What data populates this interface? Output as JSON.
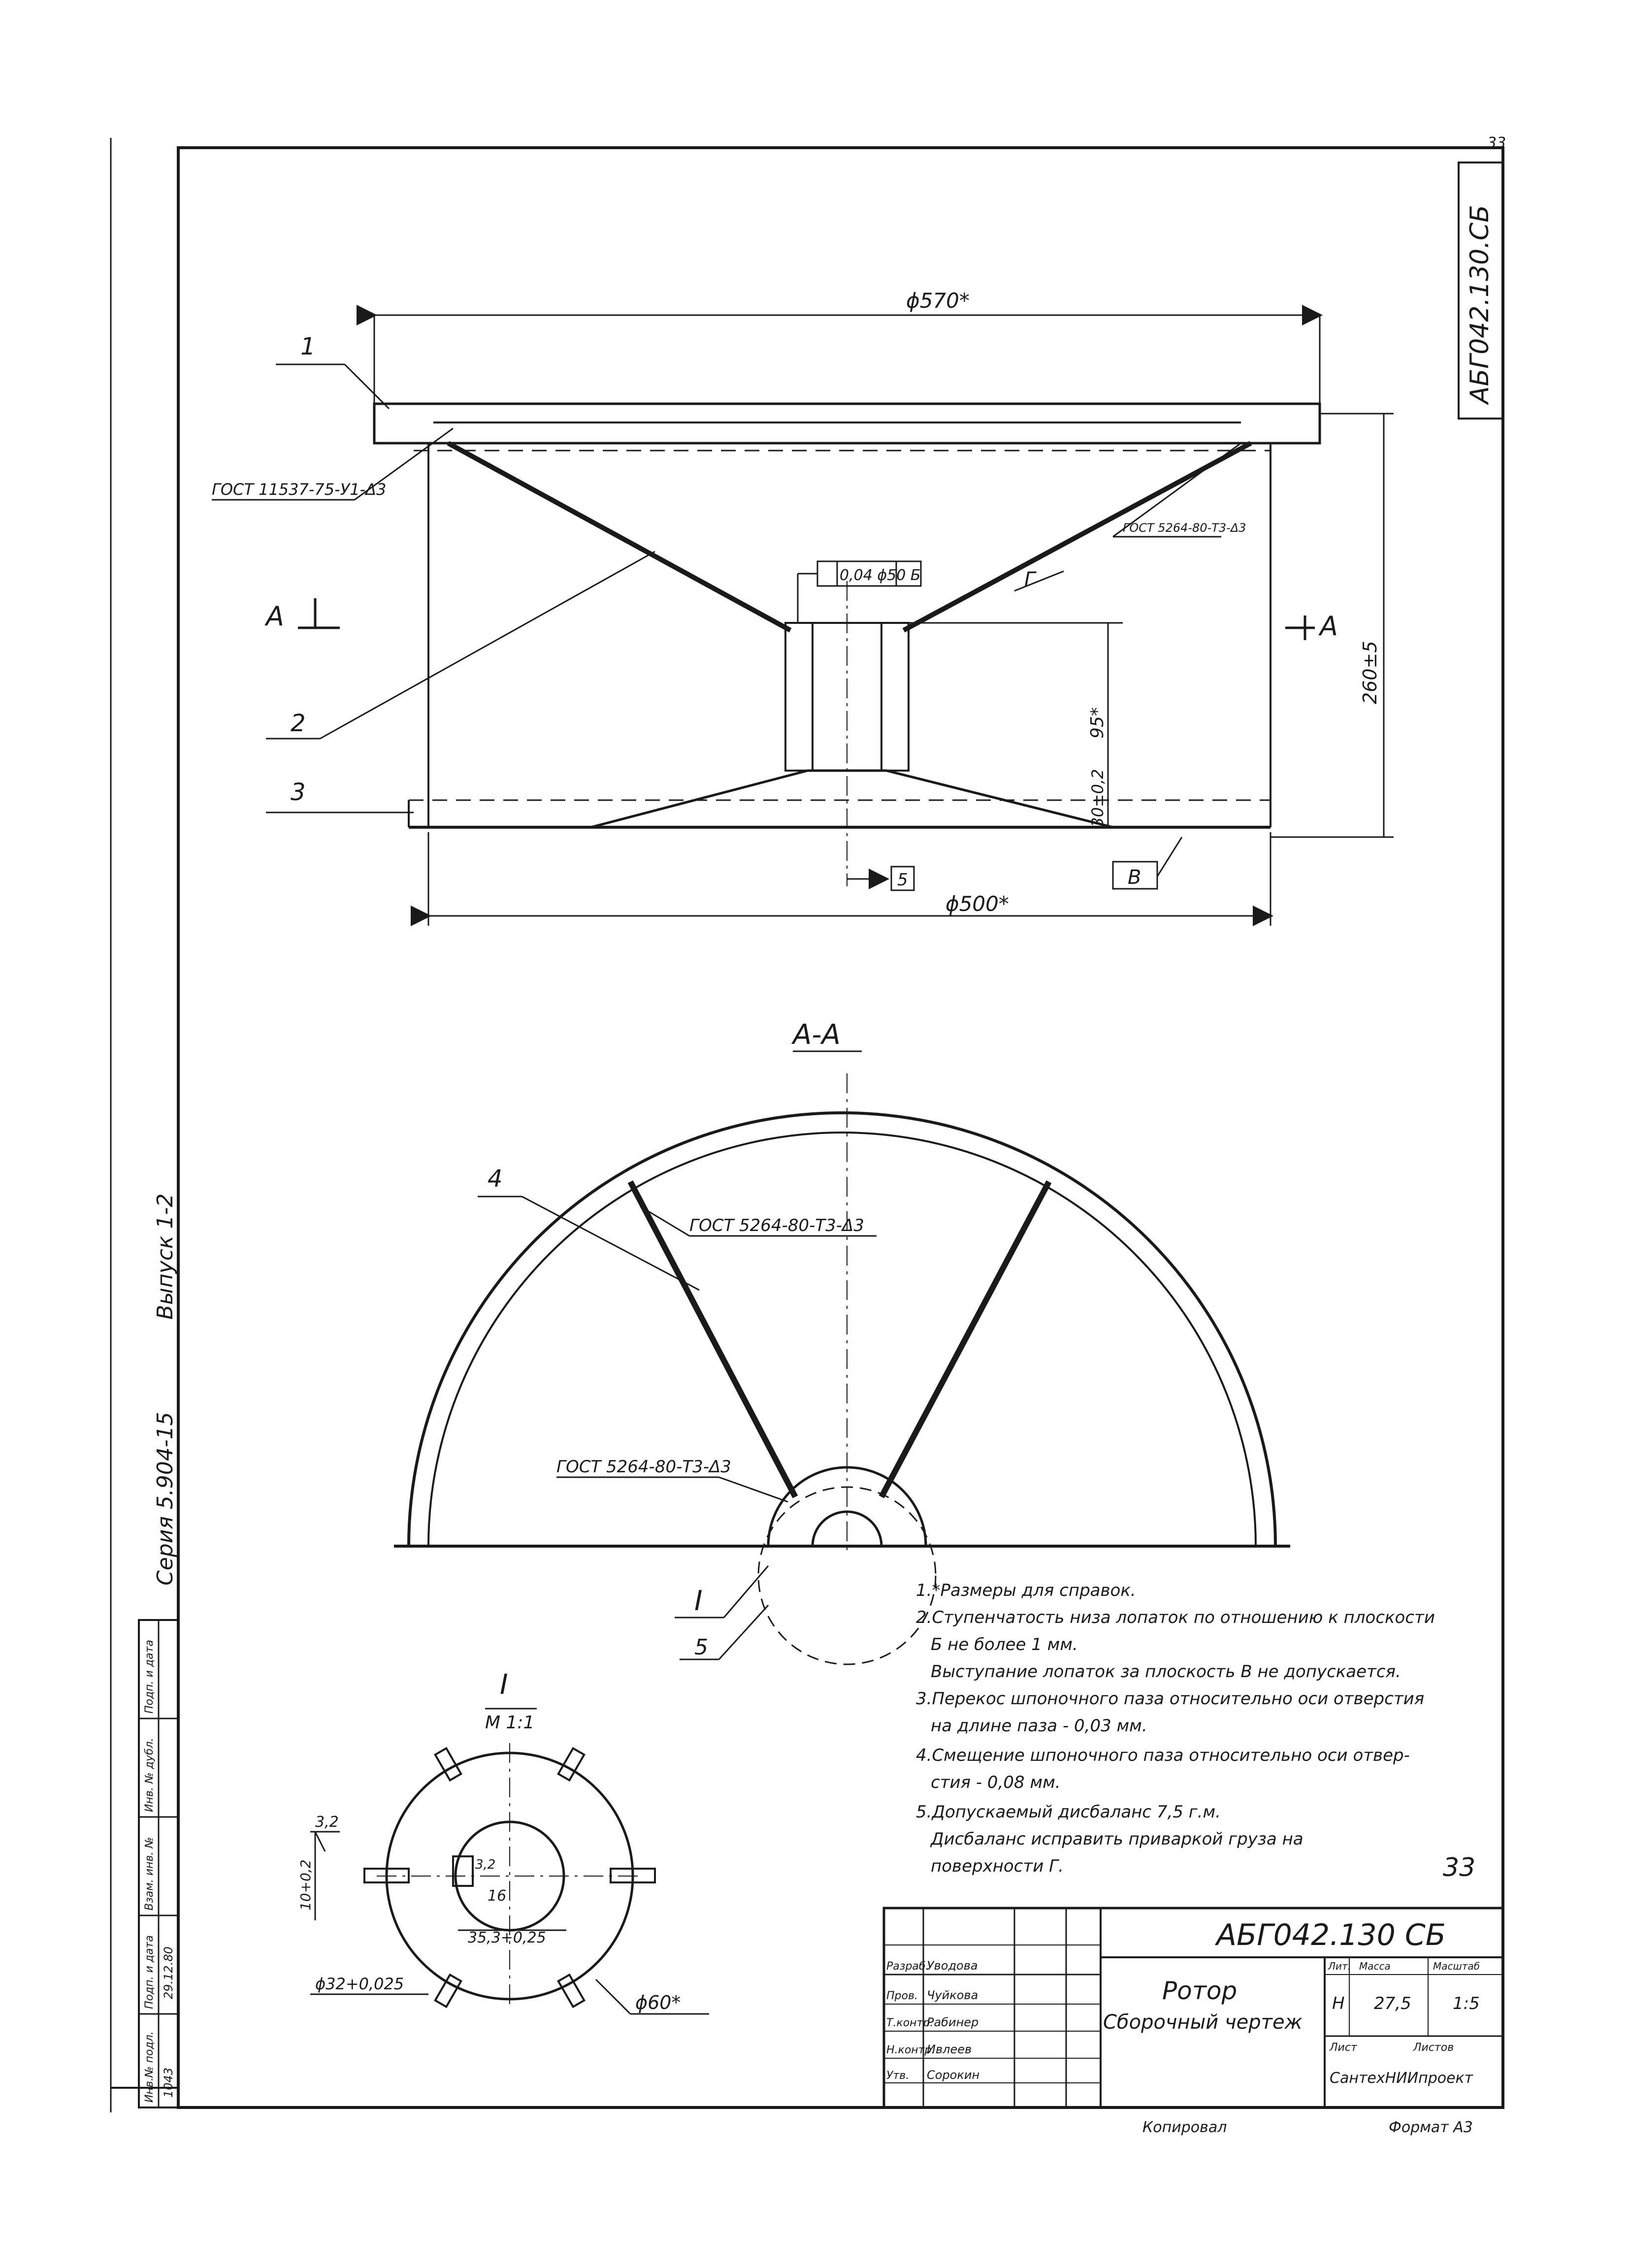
{
  "frame": {
    "corner_code": "АБГ042.130.СБ",
    "corner_page": "33",
    "series": "Серия 5.904-15",
    "issue": "Выпуск 1-2"
  },
  "main_view": {
    "dim_top": "ϕ570*",
    "dim_bottom": "ϕ500*",
    "dim_height": "260±5",
    "dim_hub": "95*",
    "dim_cone": "30±0,2",
    "tolerance_frame": "0,04 ϕ50 Б",
    "datum_b": "5",
    "datum_v": "В",
    "weld_left": "ГОСТ 11537-75-У1-Δ3",
    "weld_right": "ГОСТ 5264-80-Т3-Δ3",
    "section_mark": "А",
    "surface_mark": "Г",
    "positions": [
      "1",
      "2",
      "3"
    ]
  },
  "section_view": {
    "title": "А-А",
    "weld_1": "ГОСТ 5264-80-Т3-Δ3",
    "weld_2": "ГОСТ 5264-80-Т3-Δ3",
    "position": "4",
    "detail_mark": "I",
    "position_5": "5"
  },
  "detail_view": {
    "title": "I",
    "scale": "М 1:1",
    "roughness_1": "3,2",
    "roughness_2": "3,2",
    "dim_hole": "ϕ32+0,025",
    "dim_outer": "ϕ60*",
    "dim_key": "10+0,2",
    "dim_slot": "35,3+0,25",
    "dim_16": "16"
  },
  "notes": [
    "1.*Размеры для справок.",
    "2.Ступенчатость низа лопаток по отношению к плоскости",
    "Б не более 1 мм.",
    "Выступание лопаток за плоскость В не допускается.",
    "3.Перекос шпоночного паза относительно оси отверстия",
    "на длине паза - 0,03 мм.",
    "4.Смещение шпоночного паза относительно оси отвер-",
    "стия - 0,08 мм.",
    "5.Допускаемый дисбаланс    7,5 г.м.",
    "Дисбаланс исправить приваркой груза на",
    "поверхности Г."
  ],
  "sheet_number": "33",
  "title_block": {
    "code": "АБГ042.130 СБ",
    "name": "Ротор",
    "subtitle": "Сборочный чертеж",
    "letter": "Н",
    "mass": "27,5",
    "scale": "1:5",
    "col_lit": "Лит.",
    "col_mass": "Масса",
    "col_scale": "Масштаб",
    "sheet": "Лист",
    "sheets": "Листов",
    "roles": [
      "Разраб.",
      "Пров.",
      "Т.контр.",
      "Н.контр.",
      "Утв."
    ],
    "people": [
      "Уводова",
      "Чуйкова",
      "Рабинер",
      "Ивлеев",
      "Сорокин"
    ],
    "org": "СантехНИИпроект"
  },
  "left_stamp": {
    "cols": [
      "Инв.№ подл.",
      "Подп. и дата",
      "Взам. инв. №",
      "Инв. № дубл.",
      "Подп. и дата"
    ],
    "date": "29.12.80",
    "inv": "1043"
  },
  "footer": {
    "copy": "Копировал",
    "format": "Формат А3"
  }
}
